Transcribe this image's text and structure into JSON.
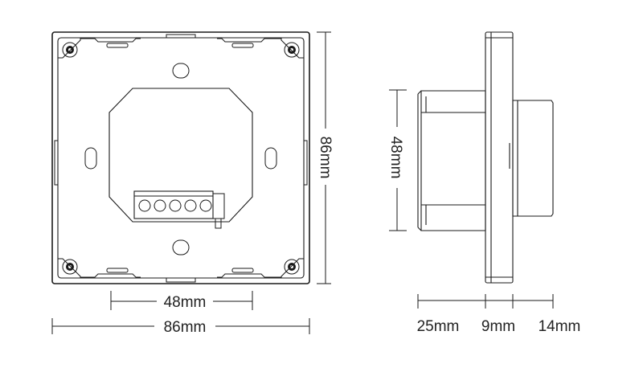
{
  "front_view": {
    "width_inner_label": "48mm",
    "width_outer_label": "86mm",
    "height_label": "86mm",
    "terminal_count": 5
  },
  "side_view": {
    "height_label": "48mm",
    "depth_labels": [
      "25mm",
      "9mm",
      "14mm"
    ]
  },
  "colors": {
    "line": "#1a1a1a",
    "text": "#222222",
    "background": "#ffffff"
  }
}
